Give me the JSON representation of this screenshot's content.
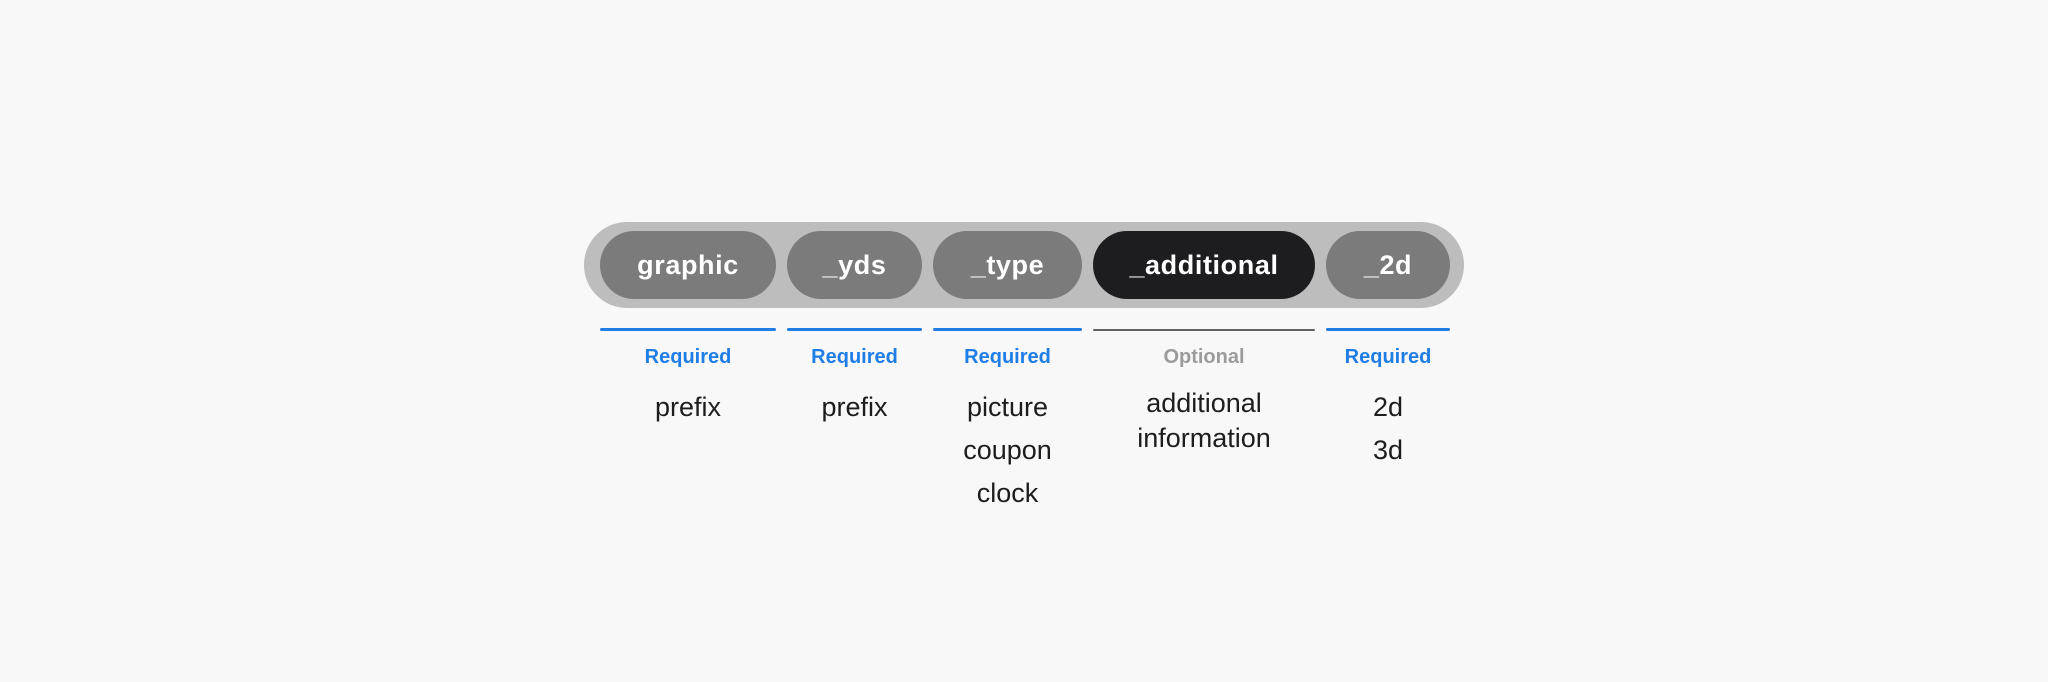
{
  "colors": {
    "background": "#f8f8f8",
    "bar_background": "#bdbdbd",
    "pill_background": "#7b7b7b",
    "pill_highlight_background": "#1d1d1f",
    "pill_text": "#ffffff",
    "required_accent": "#1f7de6",
    "optional_text": "#9b9b9b",
    "optional_line": "#616161",
    "description_text": "#1d1d1f"
  },
  "segments": [
    {
      "label": "graphic",
      "status": "Required",
      "description_lines": [
        "prefix"
      ]
    },
    {
      "label": "_yds",
      "status": "Required",
      "description_lines": [
        "prefix"
      ]
    },
    {
      "label": "_type",
      "status": "Required",
      "description_lines": [
        "picture",
        "coupon",
        "clock"
      ]
    },
    {
      "label": "_additional",
      "status": "Optional",
      "description_text": "additional information"
    },
    {
      "label": "_2d",
      "status": "Required",
      "description_lines": [
        "2d",
        "3d"
      ]
    }
  ]
}
